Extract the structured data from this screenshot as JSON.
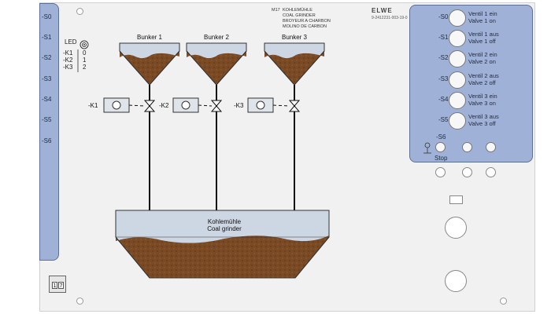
{
  "left_buttons": [
    "-S0",
    "-S1",
    "-S2",
    "-S3",
    "-S4",
    "-S5",
    "-S6"
  ],
  "title_block": {
    "code": "M17",
    "lines": [
      "KOHLEMÜHLE",
      "COAL GRINDER",
      "BROYEUR A CHARBON",
      "MOLINO DE CARBON"
    ]
  },
  "brand": "ELWE",
  "part_number": "9-2412231-003-19-0",
  "led": {
    "label": "LED",
    "rows": [
      {
        "name": "-K1",
        "value": "0"
      },
      {
        "name": "-K2",
        "value": "1"
      },
      {
        "name": "-K3",
        "value": "2"
      }
    ]
  },
  "bunkers": [
    {
      "label": "Bunker 1",
      "fill_fraction": 0.75
    },
    {
      "label": "Bunker 2",
      "fill_fraction": 0.75
    },
    {
      "label": "Bunker 3",
      "fill_fraction": 0.75
    }
  ],
  "motors": [
    "-K1",
    "-K2",
    "-K3"
  ],
  "grinder": {
    "line1": "Kohlemühle",
    "line2": "Coal grinder"
  },
  "right_panel": {
    "buttons": [
      {
        "id": "-S0",
        "line1": "Ventil 1 ein",
        "line2": "Valve 1 on"
      },
      {
        "id": "-S1",
        "line1": "Ventil 1 aus",
        "line2": "Valve 1 off"
      },
      {
        "id": "-S2",
        "line1": "Ventil 2 ein",
        "line2": "Valve 2 on"
      },
      {
        "id": "-S3",
        "line1": "Ventil 2 aus",
        "line2": "Valve 2 off"
      },
      {
        "id": "-S4",
        "line1": "Ventil 3 ein",
        "line2": "Valve 3 on"
      },
      {
        "id": "-S5",
        "line1": "Ventil 3 aus",
        "line2": "Valve 3 off"
      }
    ],
    "stop_id": "-S6",
    "stop_label": "Stop"
  },
  "counter_digits": [
    "1",
    "7"
  ],
  "colors": {
    "panel_blue": "#9fb1d6",
    "coal_brown": "#7a4a25",
    "bunker_fill": "#cdd6e3"
  }
}
